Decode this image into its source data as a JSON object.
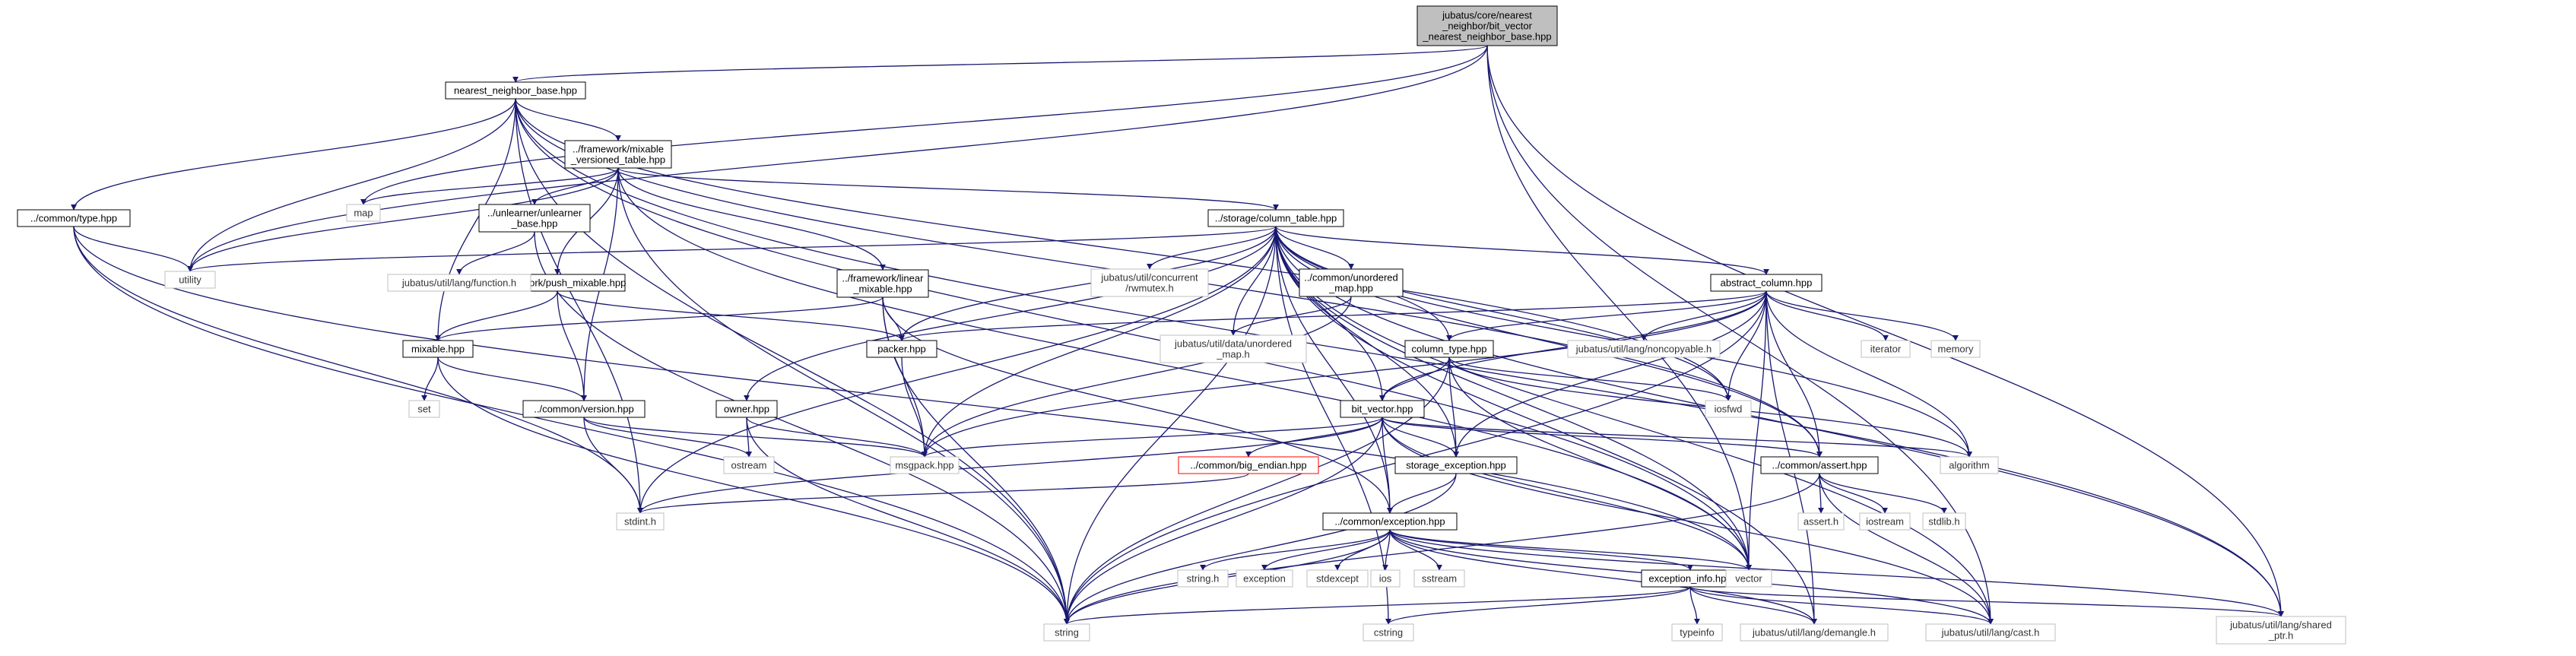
{
  "diagram": {
    "type": "include-dependency-graph",
    "colors": {
      "root_fill": "#bfbfbf",
      "node_fill": "#ffffff",
      "node_border": "#000000",
      "external_border": "#bfbfbf",
      "missing_border": "#ff0000",
      "edge": "#191970"
    },
    "nodes": [
      {
        "id": "root",
        "lines": [
          "jubatus/core/nearest",
          "_neighbor/bit_vector",
          "_nearest_neighbor_base.hpp"
        ],
        "kind": "root"
      },
      {
        "id": "nnbase",
        "lines": [
          "nearest_neighbor_base.hpp"
        ],
        "kind": "doc"
      },
      {
        "id": "versioned",
        "lines": [
          "../framework/mixable",
          "_versioned_table.hpp"
        ],
        "kind": "doc"
      },
      {
        "id": "type",
        "lines": [
          "../common/type.hpp"
        ],
        "kind": "doc"
      },
      {
        "id": "unlearner",
        "lines": [
          "../unlearner/unlearner",
          "_base.hpp"
        ],
        "kind": "doc"
      },
      {
        "id": "pushmix",
        "lines": [
          "../framework/push_mixable.hpp"
        ],
        "kind": "doc"
      },
      {
        "id": "mixable",
        "lines": [
          "mixable.hpp"
        ],
        "kind": "doc"
      },
      {
        "id": "version",
        "lines": [
          "../common/version.hpp"
        ],
        "kind": "doc"
      },
      {
        "id": "linearmix",
        "lines": [
          "../framework/linear",
          "_mixable.hpp"
        ],
        "kind": "doc"
      },
      {
        "id": "coltable",
        "lines": [
          "../storage/column_table.hpp"
        ],
        "kind": "doc"
      },
      {
        "id": "owner",
        "lines": [
          "owner.hpp"
        ],
        "kind": "doc"
      },
      {
        "id": "packer",
        "lines": [
          "packer.hpp"
        ],
        "kind": "doc"
      },
      {
        "id": "unordmap",
        "lines": [
          "../common/unordered",
          "_map.hpp"
        ],
        "kind": "doc"
      },
      {
        "id": "abscol",
        "lines": [
          "abstract_column.hpp"
        ],
        "kind": "doc"
      },
      {
        "id": "coltype",
        "lines": [
          "column_type.hpp"
        ],
        "kind": "doc"
      },
      {
        "id": "bitvec",
        "lines": [
          "bit_vector.hpp"
        ],
        "kind": "doc"
      },
      {
        "id": "bigendian",
        "lines": [
          "../common/big_endian.hpp"
        ],
        "kind": "missing"
      },
      {
        "id": "storexc",
        "lines": [
          "storage_exception.hpp"
        ],
        "kind": "doc"
      },
      {
        "id": "assert",
        "lines": [
          "../common/assert.hpp"
        ],
        "kind": "doc"
      },
      {
        "id": "exception",
        "lines": [
          "../common/exception.hpp"
        ],
        "kind": "doc"
      },
      {
        "id": "excinfo",
        "lines": [
          "exception_info.hpp"
        ],
        "kind": "doc"
      },
      {
        "id": "map",
        "lines": [
          "map"
        ],
        "kind": "ext"
      },
      {
        "id": "utility",
        "lines": [
          "utility"
        ],
        "kind": "ext"
      },
      {
        "id": "function",
        "lines": [
          "jubatus/util/lang/function.h"
        ],
        "kind": "ext"
      },
      {
        "id": "set",
        "lines": [
          "set"
        ],
        "kind": "ext"
      },
      {
        "id": "ostream",
        "lines": [
          "ostream"
        ],
        "kind": "ext"
      },
      {
        "id": "stdint",
        "lines": [
          "stdint.h"
        ],
        "kind": "ext"
      },
      {
        "id": "msgpack",
        "lines": [
          "msgpack.hpp"
        ],
        "kind": "ext"
      },
      {
        "id": "rwmutex",
        "lines": [
          "jubatus/util/concurrent",
          "/rwmutex.h"
        ],
        "kind": "ext"
      },
      {
        "id": "dataumap",
        "lines": [
          "jubatus/util/data/unordered",
          "_map.h"
        ],
        "kind": "ext"
      },
      {
        "id": "noncopy",
        "lines": [
          "jubatus/util/lang/noncopyable.h"
        ],
        "kind": "ext"
      },
      {
        "id": "iterator",
        "lines": [
          "iterator"
        ],
        "kind": "ext"
      },
      {
        "id": "memory",
        "lines": [
          "memory"
        ],
        "kind": "ext"
      },
      {
        "id": "iosfwd",
        "lines": [
          "iosfwd"
        ],
        "kind": "ext"
      },
      {
        "id": "algorithm",
        "lines": [
          "algorithm"
        ],
        "kind": "ext"
      },
      {
        "id": "asserth",
        "lines": [
          "assert.h"
        ],
        "kind": "ext"
      },
      {
        "id": "iostream",
        "lines": [
          "iostream"
        ],
        "kind": "ext"
      },
      {
        "id": "stdlib",
        "lines": [
          "stdlib.h"
        ],
        "kind": "ext"
      },
      {
        "id": "vector",
        "lines": [
          "vector"
        ],
        "kind": "ext"
      },
      {
        "id": "stringh",
        "lines": [
          "string.h"
        ],
        "kind": "ext"
      },
      {
        "id": "exceptionh",
        "lines": [
          "exception"
        ],
        "kind": "ext"
      },
      {
        "id": "stdexcept",
        "lines": [
          "stdexcept"
        ],
        "kind": "ext"
      },
      {
        "id": "ios",
        "lines": [
          "ios"
        ],
        "kind": "ext"
      },
      {
        "id": "sstream",
        "lines": [
          "sstream"
        ],
        "kind": "ext"
      },
      {
        "id": "string",
        "lines": [
          "string"
        ],
        "kind": "ext"
      },
      {
        "id": "cstring",
        "lines": [
          "cstring"
        ],
        "kind": "ext"
      },
      {
        "id": "typeinfo",
        "lines": [
          "typeinfo"
        ],
        "kind": "ext"
      },
      {
        "id": "demangle",
        "lines": [
          "jubatus/util/lang/demangle.h"
        ],
        "kind": "ext"
      },
      {
        "id": "cast",
        "lines": [
          "jubatus/util/lang/cast.h"
        ],
        "kind": "ext"
      },
      {
        "id": "sharedptr",
        "lines": [
          "jubatus/util/lang/shared",
          "_ptr.h"
        ],
        "kind": "ext"
      }
    ],
    "edges": [
      [
        "root",
        "nnbase"
      ],
      [
        "root",
        "map"
      ],
      [
        "root",
        "utility"
      ],
      [
        "root",
        "vector"
      ],
      [
        "root",
        "sharedptr"
      ],
      [
        "root",
        "cast"
      ],
      [
        "nnbase",
        "type"
      ],
      [
        "nnbase",
        "versioned"
      ],
      [
        "nnbase",
        "mixable"
      ],
      [
        "nnbase",
        "utility"
      ],
      [
        "nnbase",
        "stdint"
      ],
      [
        "nnbase",
        "string"
      ],
      [
        "nnbase",
        "vector"
      ],
      [
        "nnbase",
        "iosfwd"
      ],
      [
        "nnbase",
        "sharedptr"
      ],
      [
        "nnbase",
        "assert"
      ],
      [
        "type",
        "utility"
      ],
      [
        "type",
        "stdint"
      ],
      [
        "type",
        "string"
      ],
      [
        "type",
        "vector"
      ],
      [
        "versioned",
        "map"
      ],
      [
        "versioned",
        "utility"
      ],
      [
        "versioned",
        "unlearner"
      ],
      [
        "versioned",
        "pushmix"
      ],
      [
        "versioned",
        "linearmix"
      ],
      [
        "versioned",
        "coltable"
      ],
      [
        "versioned",
        "version"
      ],
      [
        "versioned",
        "string"
      ],
      [
        "versioned",
        "vector"
      ],
      [
        "unlearner",
        "function"
      ],
      [
        "unlearner",
        "string"
      ],
      [
        "pushmix",
        "mixable"
      ],
      [
        "pushmix",
        "version"
      ],
      [
        "pushmix",
        "packer"
      ],
      [
        "mixable",
        "set"
      ],
      [
        "mixable",
        "version"
      ],
      [
        "mixable",
        "string"
      ],
      [
        "version",
        "ostream"
      ],
      [
        "version",
        "stdint"
      ],
      [
        "version",
        "msgpack"
      ],
      [
        "linearmix",
        "mixable"
      ],
      [
        "linearmix",
        "packer"
      ],
      [
        "linearmix",
        "msgpack"
      ],
      [
        "linearmix",
        "exception"
      ],
      [
        "linearmix",
        "string"
      ],
      [
        "owner",
        "ostream"
      ],
      [
        "owner",
        "msgpack"
      ],
      [
        "owner",
        "string"
      ],
      [
        "packer",
        "msgpack"
      ],
      [
        "coltable",
        "utility"
      ],
      [
        "coltable",
        "owner"
      ],
      [
        "coltable",
        "packer"
      ],
      [
        "coltable",
        "rwmutex"
      ],
      [
        "coltable",
        "unordmap"
      ],
      [
        "coltable",
        "dataumap"
      ],
      [
        "coltable",
        "abscol"
      ],
      [
        "coltable",
        "coltype"
      ],
      [
        "coltable",
        "bitvec"
      ],
      [
        "coltable",
        "storexc"
      ],
      [
        "coltable",
        "exception"
      ],
      [
        "coltable",
        "msgpack"
      ],
      [
        "coltable",
        "stdint"
      ],
      [
        "coltable",
        "string"
      ],
      [
        "coltable",
        "vector"
      ],
      [
        "coltable",
        "algorithm"
      ],
      [
        "coltable",
        "iosfwd"
      ],
      [
        "coltable",
        "sharedptr"
      ],
      [
        "coltable",
        "assert"
      ],
      [
        "coltable",
        "cstring"
      ],
      [
        "coltable",
        "cast"
      ],
      [
        "coltable",
        "demangle"
      ],
      [
        "unordmap",
        "dataumap"
      ],
      [
        "unordmap",
        "msgpack"
      ],
      [
        "abscol",
        "coltype"
      ],
      [
        "abscol",
        "bitvec"
      ],
      [
        "abscol",
        "storexc"
      ],
      [
        "abscol",
        "assert"
      ],
      [
        "abscol",
        "noncopy"
      ],
      [
        "abscol",
        "iterator"
      ],
      [
        "abscol",
        "memory"
      ],
      [
        "abscol",
        "iosfwd"
      ],
      [
        "abscol",
        "algorithm"
      ],
      [
        "abscol",
        "packer"
      ],
      [
        "abscol",
        "msgpack"
      ],
      [
        "abscol",
        "string"
      ],
      [
        "abscol",
        "vector"
      ],
      [
        "abscol",
        "demangle"
      ],
      [
        "coltype",
        "bitvec"
      ],
      [
        "coltype",
        "storexc"
      ],
      [
        "coltype",
        "iosfwd"
      ],
      [
        "coltype",
        "algorithm"
      ],
      [
        "coltype",
        "string"
      ],
      [
        "coltype",
        "vector"
      ],
      [
        "bitvec",
        "bigendian"
      ],
      [
        "bitvec",
        "storexc"
      ],
      [
        "bitvec",
        "exception"
      ],
      [
        "bitvec",
        "assert"
      ],
      [
        "bitvec",
        "msgpack"
      ],
      [
        "bitvec",
        "stdint"
      ],
      [
        "bitvec",
        "algorithm"
      ],
      [
        "bitvec",
        "string"
      ],
      [
        "bitvec",
        "vector"
      ],
      [
        "bitvec",
        "cast"
      ],
      [
        "bigendian",
        "stdint"
      ],
      [
        "storexc",
        "exception"
      ],
      [
        "storexc",
        "string"
      ],
      [
        "assert",
        "asserth"
      ],
      [
        "assert",
        "iostream"
      ],
      [
        "assert",
        "stdlib"
      ],
      [
        "assert",
        "string"
      ],
      [
        "assert",
        "cast"
      ],
      [
        "exception",
        "stringh"
      ],
      [
        "exception",
        "exceptionh"
      ],
      [
        "exception",
        "stdexcept"
      ],
      [
        "exception",
        "ios"
      ],
      [
        "exception",
        "sstream"
      ],
      [
        "exception",
        "string"
      ],
      [
        "exception",
        "vector"
      ],
      [
        "exception",
        "excinfo"
      ],
      [
        "exception",
        "sharedptr"
      ],
      [
        "exception",
        "demangle"
      ],
      [
        "exception",
        "cast"
      ],
      [
        "excinfo",
        "typeinfo"
      ],
      [
        "excinfo",
        "cstring"
      ],
      [
        "excinfo",
        "string"
      ],
      [
        "excinfo",
        "demangle"
      ],
      [
        "excinfo",
        "cast"
      ],
      [
        "excinfo",
        "sharedptr"
      ]
    ]
  }
}
